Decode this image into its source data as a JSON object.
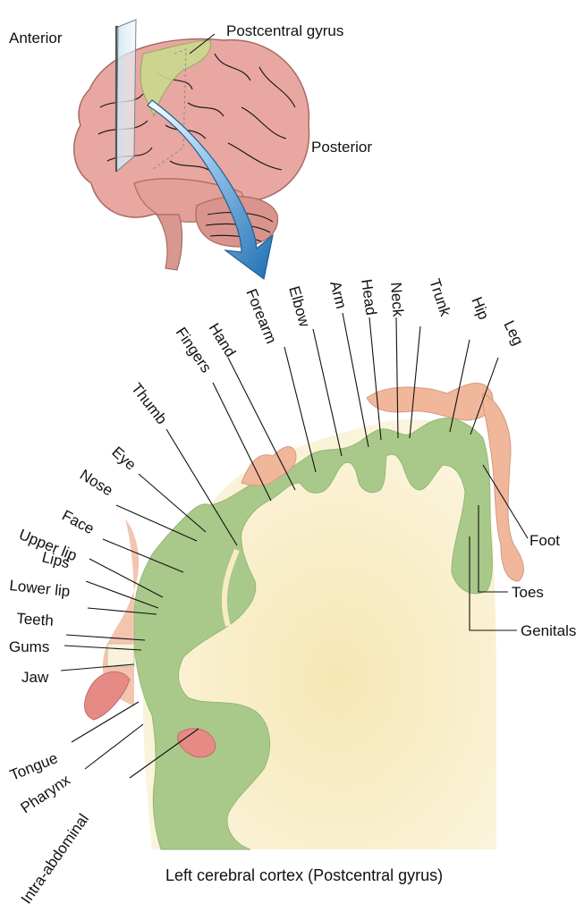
{
  "brain_view": {
    "anterior": "Anterior",
    "posterior": "Posterior",
    "postcentral": "Postcentral gyrus"
  },
  "regions": {
    "forearm": "Forearm",
    "elbow": "Elbow",
    "arm": "Arm",
    "head": "Head",
    "neck": "Neck",
    "trunk": "Trunk",
    "hip": "Hip",
    "leg": "Leg",
    "hand": "Hand",
    "fingers": "Fingers",
    "thumb": "Thumb",
    "eye": "Eye",
    "nose": "Nose",
    "face": "Face",
    "upper_lip": "Upper lip",
    "lips": "Lips",
    "lower_lip": "Lower lip",
    "teeth": "Teeth",
    "gums": "Gums",
    "jaw": "Jaw",
    "tongue": "Tongue",
    "pharynx": "Pharynx",
    "intra_abdominal": "Intra-abdominal",
    "foot": "Foot",
    "toes": "Toes",
    "genitals": "Genitals"
  },
  "caption": "Left cerebral cortex (Postcentral gyrus)",
  "colors": {
    "brain_pink": "#e8a7a0",
    "brain_outline": "#a86a64",
    "cortex_green": "#a9c98a",
    "white_matter": "#f7ecc4",
    "homunculus": "#f0b79a",
    "arrow_blue": "#2f7fc0"
  }
}
